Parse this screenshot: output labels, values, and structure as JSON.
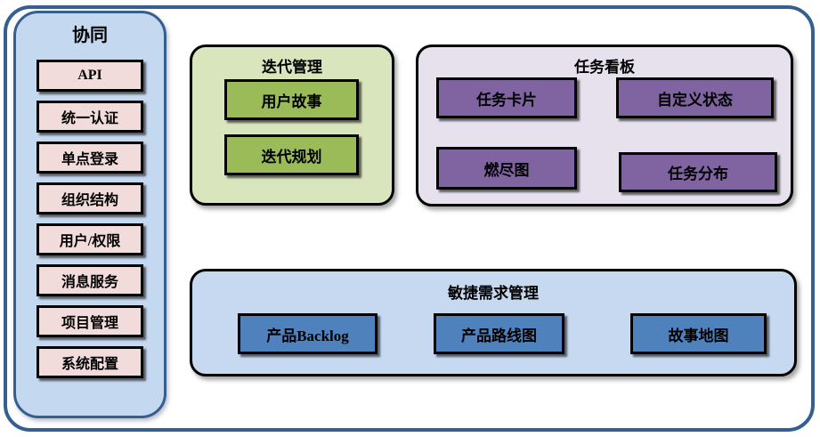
{
  "diagram": {
    "sidebar": {
      "title": "协同",
      "items": [
        "API",
        "统一认证",
        "单点登录",
        "组织结构",
        "用户/权限",
        "消息服务",
        "项目管理",
        "系统配置"
      ]
    },
    "iteration": {
      "title": "迭代管理",
      "items": [
        "用户故事",
        "迭代规划"
      ]
    },
    "kanban": {
      "title": "任务看板",
      "items": [
        "任务卡片",
        "自定义状态",
        "燃尽图",
        "任务分布"
      ]
    },
    "requirements": {
      "title": "敏捷需求管理",
      "items": [
        "产品Backlog",
        "产品路线图",
        "故事地图"
      ]
    },
    "colors": {
      "frame_border": "#365F91",
      "sidebar_fill": "#C4D8F0",
      "sidebar_item_fill": "#F2DCDB",
      "iteration_fill": "#D9E5BD",
      "iteration_item_fill": "#9BBB59",
      "kanban_fill": "#E6E1ED",
      "kanban_item_fill": "#8064A2",
      "requirements_fill": "#C6D9F1",
      "requirements_item_fill": "#4F81BD",
      "box_border": "#000000",
      "text": "#000000"
    }
  }
}
